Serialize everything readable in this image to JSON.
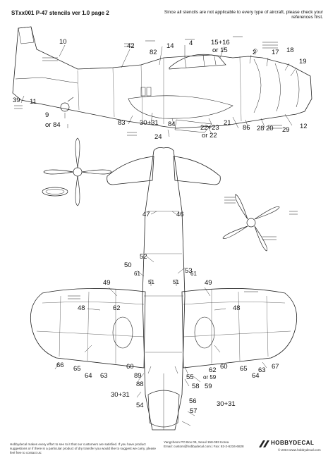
{
  "header": {
    "title": "STxx001 P-47 stencils ver 1.0 page 2",
    "note": "Since all stencils are not applicable to every type of aircraft, please check your references first."
  },
  "side_view": {
    "callouts": [
      "10",
      "42",
      "14",
      "4",
      "15+16",
      "or 15",
      "82",
      "2",
      "17",
      "18",
      "19",
      "11",
      "39",
      "9",
      "or 84",
      "83",
      "30+31",
      "84",
      "22+23",
      "or 22",
      "21",
      "86",
      "28",
      "20",
      "29",
      "12",
      "24"
    ]
  },
  "plan_view": {
    "callouts": [
      "47",
      "46",
      "53",
      "52",
      "50",
      "51",
      "49",
      "61",
      "48",
      "62",
      "60",
      "66",
      "65",
      "64",
      "63",
      "89",
      "88",
      "30+31",
      "54",
      "56",
      "55",
      "57",
      "58",
      "59",
      "or 59",
      "67"
    ]
  },
  "footer": {
    "left_text": "Hobbydecal makes every effort to see to it that our customers are satisfied. If you have product suggestions or if there is a particular product of dry transfer you would like to suggest we carry, please feel free to contact us:",
    "address": "Yangcheon PO Box 09, Seoul 158-093 Korea",
    "contact": "Email: custom@hobbydecal.com | Fax: 82-2-6234-6828",
    "brand": "HOBBYDECAL",
    "copyright": "© 2004 www.hobbydecal.com"
  },
  "icons": [
    "hobbydecal-logo-icon"
  ]
}
